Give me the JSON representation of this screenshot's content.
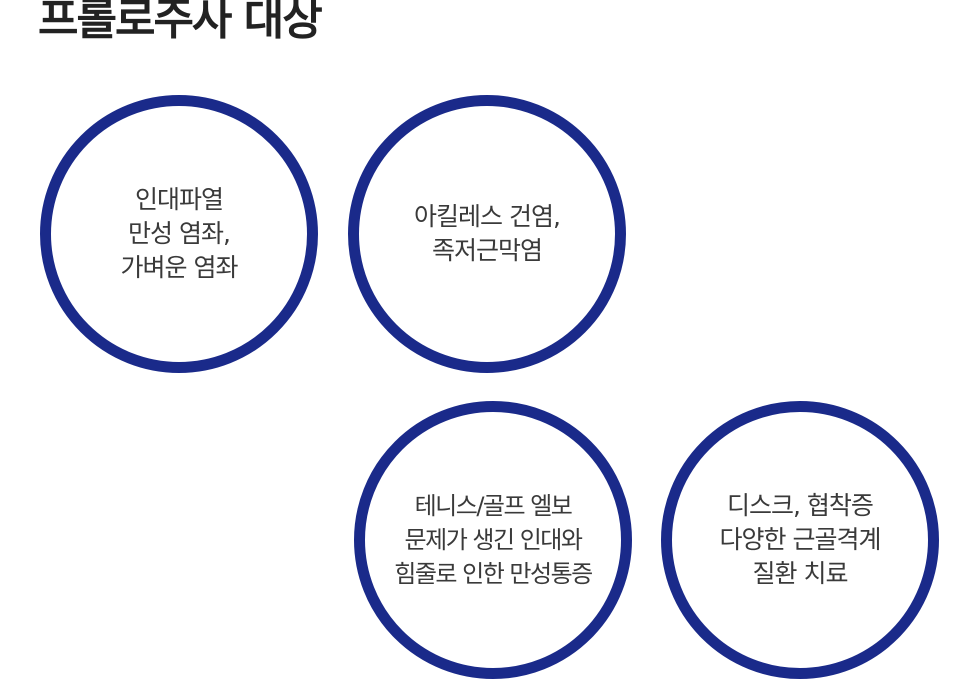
{
  "title": "프롤로주사 대상",
  "colors": {
    "circle_border": "#1a2a8a",
    "title_text": "#222222",
    "body_text": "#3a3a3a"
  },
  "targets": [
    {
      "label": "인대파열\n만성 염좌,\n가벼운 염좌"
    },
    {
      "label": "아킬레스 건염,\n족저근막염"
    },
    {
      "label": "테니스/골프 엘보\n문제가 생긴 인대와\n힘줄로 인한 만성통증"
    },
    {
      "label": "디스크, 협착증\n다양한 근골격계\n질환 치료"
    }
  ]
}
